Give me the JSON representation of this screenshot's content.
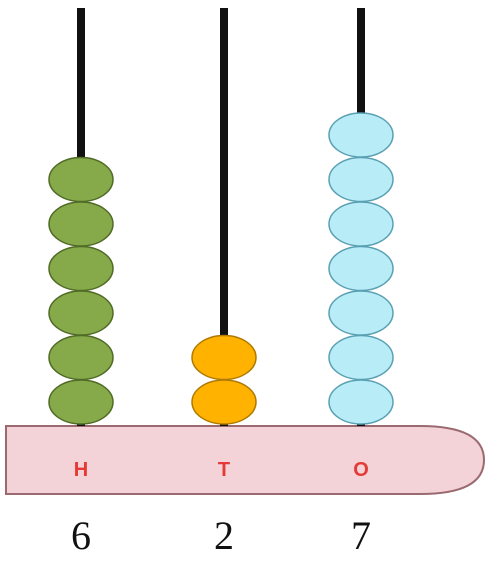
{
  "colors": {
    "rod": "#111111",
    "base_fill": "#f4d3d8",
    "base_stroke": "#9a6a70",
    "label": "#e53935"
  },
  "columns": [
    {
      "label": "H",
      "digit": "6",
      "beads": 6,
      "bead_color": "#86a94a",
      "bead_stroke": "#4f6b25"
    },
    {
      "label": "T",
      "digit": "2",
      "beads": 2,
      "bead_color": "#ffb300",
      "bead_stroke": "#b07a00"
    },
    {
      "label": "O",
      "digit": "7",
      "beads": 7,
      "bead_color": "#b8ecf7",
      "bead_stroke": "#5aa0b3"
    }
  ]
}
